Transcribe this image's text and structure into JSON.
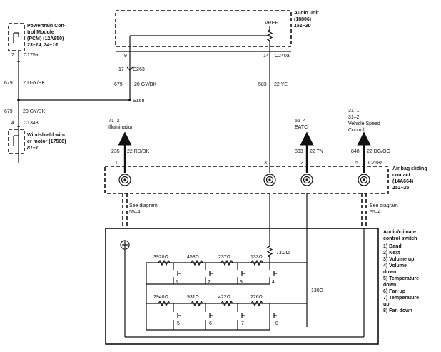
{
  "pcm": {
    "title": [
      "Powertrain Con-",
      "trol Module",
      "(PCM) (12A650)"
    ],
    "ref": "23–14, 24–15",
    "pin": "7",
    "connector": "C175a"
  },
  "audio_unit": {
    "title": "Audio unit",
    "part": "(18806)",
    "ref": "151–30",
    "vref": "VREF",
    "pin_left": "9",
    "pin_right": "14",
    "connector": "C240a"
  },
  "wires": {
    "pcm_circuit": "679",
    "pcm_color": "20 GY/BK",
    "audio_left_circuit": "679",
    "audio_left_color": "20 GY/BK",
    "audio_right_circuit": "583",
    "audio_right_color": "22 YE",
    "lower_circuit": "679",
    "lower_color": "20 GY/BK",
    "illum_circuit": "235",
    "illum_color": "22 RD/BK",
    "eatc_circuit": "833",
    "eatc_color": "22 TN",
    "vsc_circuit": "848",
    "vsc_color": "22 DG/OG"
  },
  "c263": {
    "pin": "17",
    "connector": "C263"
  },
  "splice": "S168",
  "wiper": {
    "pin": "4",
    "connector": "C1348",
    "title": [
      "Windshield wip-",
      "er motor (17508)"
    ],
    "ref": "81–1"
  },
  "illumination": {
    "ref": "71–2",
    "label": "Illumination"
  },
  "eatc": {
    "ref": "55–4",
    "label": "EATC"
  },
  "vsc": {
    "ref1": "31–1",
    "ref2": "31–2",
    "label1": "Vehicle Speed",
    "label2": "Control"
  },
  "contact": {
    "pins": [
      "1",
      "3",
      "2",
      "5"
    ],
    "connector": "C218a",
    "title": [
      "Air bag sliding",
      "contact"
    ],
    "part": "(14A664)",
    "ref": "151–25"
  },
  "see_left": [
    "See diagram",
    "55–4"
  ],
  "see_right": [
    "See diagram",
    "55–4"
  ],
  "switch": {
    "title": [
      "Audio/climate",
      "control switch"
    ],
    "functions": [
      "1)  Band",
      "2)  Next",
      "3)  Volume up",
      "4)  Volume",
      "      down",
      "5)  Temperature",
      "      down",
      "6)  Fan up",
      "7)  Temperature",
      "      up",
      "8)  Fan down"
    ],
    "top_resistors": [
      "3920Ω",
      "453Ω",
      "237Ω",
      "133Ω"
    ],
    "bottom_resistors": [
      "2940Ω",
      "931Ω",
      "422Ω",
      "226Ω"
    ],
    "side_resistor_1": "73.2Ω",
    "side_resistor_2": "130Ω",
    "buttons_top": [
      "1",
      "2",
      "3",
      "4"
    ],
    "buttons_bottom": [
      "5",
      "6",
      "7",
      "8"
    ]
  }
}
